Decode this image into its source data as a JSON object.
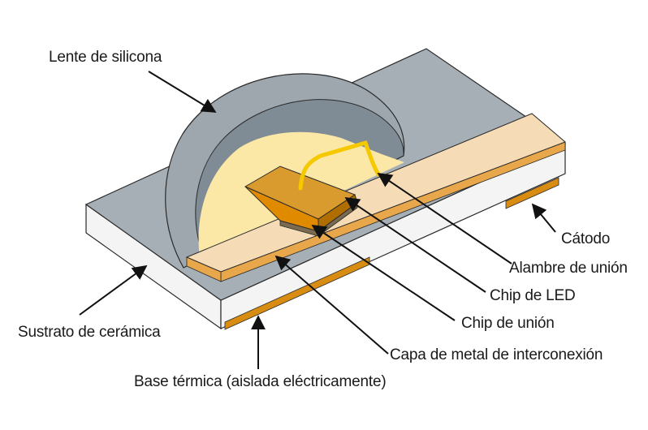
{
  "labels": {
    "lens": "Lente de silicona",
    "cathode": "Cátodo",
    "bond_wire": "Alambre de unión",
    "led_chip": "Chip de LED",
    "die_attach": "Chip de unión",
    "substrate": "Sustrato de cerámica",
    "interconnect": "Capa de metal de interconexión",
    "thermal_base": "Base térmica (aislada eléctricamente)"
  },
  "colors": {
    "substrate_top": "#a7afb6",
    "substrate_side": "#f4f4f4",
    "lens_outer": "#9ea7ae",
    "lens_inner": "#7f8b95",
    "lens_glow": "#fbe8a6",
    "metal_top": "#f6dcb6",
    "metal_edge": "#e7a74a",
    "chip_top": "#d99a2e",
    "chip_front": "#e08a00",
    "wire": "#f5c800",
    "pad": "#d98c12",
    "outline": "#2a2a2a",
    "arrow": "#111111"
  }
}
